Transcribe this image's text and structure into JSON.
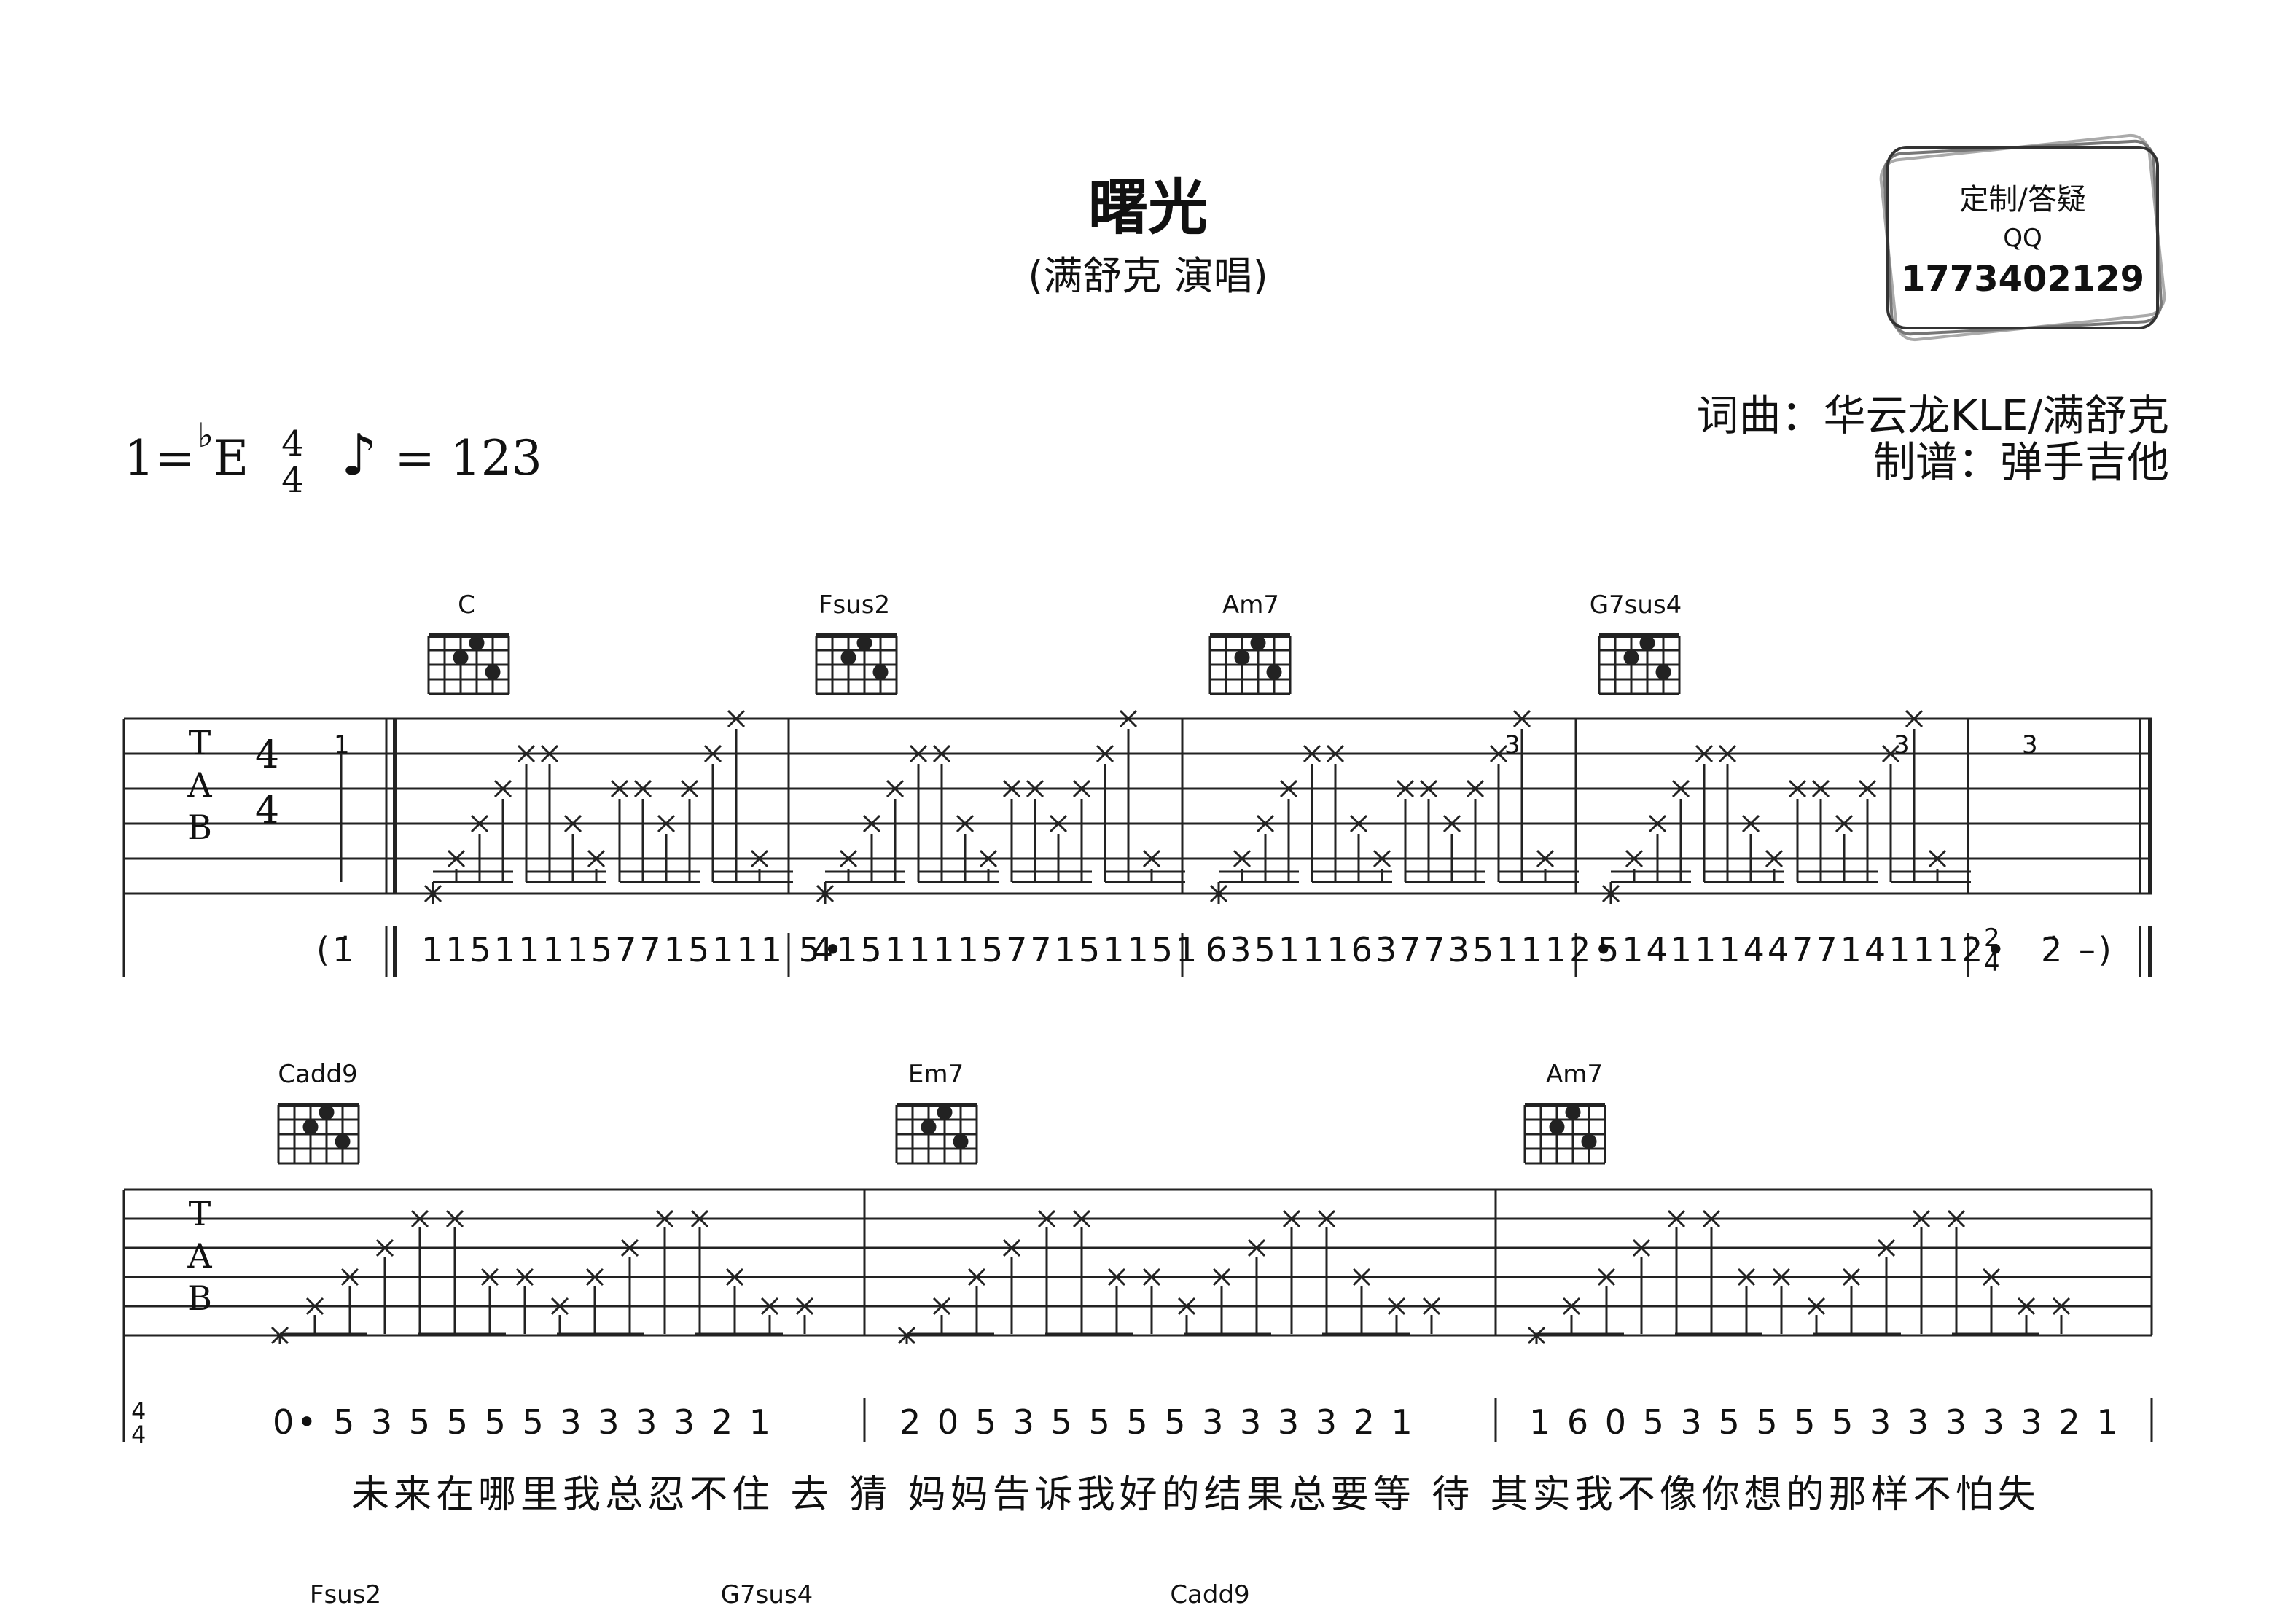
{
  "title": "曙光",
  "subtitle": "(满舒克 演唱)",
  "credits": {
    "composer": "词曲：华云龙KLE/满舒克",
    "arranger": "制谱：弹手吉他"
  },
  "key": {
    "prefix": "1=",
    "flat": "♭",
    "letter": "E",
    "ts_top": "4",
    "ts_bottom": "4",
    "note_glyph": "♪",
    "tempo": "= 123"
  },
  "contact": {
    "line1": "定制/答疑",
    "line2": "QQ",
    "number": "1773402129"
  },
  "tab": {
    "t": "T",
    "a": "A",
    "b": "B",
    "ts_top": "4",
    "ts_bottom": "4"
  },
  "system1": {
    "chords": [
      "C",
      "Fsus2",
      "Am7",
      "G7sus4"
    ],
    "pickup": "(1̇",
    "notation": [
      "115111157715111 5•",
      "4151111577151151",
      "6351116377351112•",
      "5141114477141112•"
    ],
    "ts_change": {
      "top": "2",
      "bottom": "4"
    },
    "end": "2̇ –)",
    "tab_numbers": {
      "pickup": "1",
      "m3": "3",
      "m4": "3",
      "m5": "3"
    }
  },
  "system2": {
    "ts": {
      "top": "4",
      "bottom": "4"
    },
    "chords": [
      "Cadd9",
      "Em7",
      "Am7"
    ],
    "notation": [
      "0•  5 3 5 5 5  5 3 3 3 3  2 1",
      "2  0 5 3 5 5 5  5 3 3 3 3 2 1",
      "1 6 0 5 3 5 5 5  5 3 3 3 3 3 2 1"
    ],
    "lyrics": "未来在哪里我总忍不住 去   猜   妈妈告诉我好的结果总要等   待   其实我不像你想的那样不怕失"
  },
  "system3": {
    "chords": [
      "Fsus2",
      "G7sus4",
      "Cadd9"
    ]
  }
}
